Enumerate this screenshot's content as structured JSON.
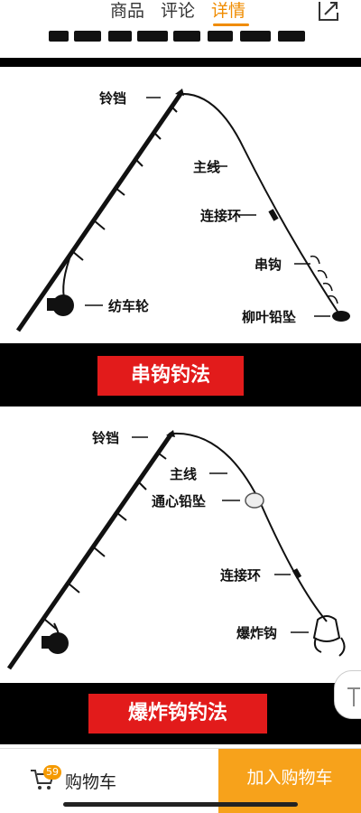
{
  "tabs": [
    {
      "label": "商品",
      "active": false
    },
    {
      "label": "评论",
      "active": false
    },
    {
      "label": "详情",
      "active": true
    }
  ],
  "accent_color": "#f08c00",
  "diagram1": {
    "labels": {
      "bell": "铃铛",
      "main_line": "主线",
      "connector": "连接环",
      "string_hook": "串钩",
      "sinker": "柳叶铅坠",
      "reel": "纺车轮"
    },
    "button": "串钩钓法"
  },
  "diagram2": {
    "labels": {
      "bell": "铃铛",
      "main_line": "主线",
      "sinker": "通心铅坠",
      "connector": "连接环",
      "explosive_hook": "爆炸钩"
    },
    "button": "爆炸钩钓法"
  },
  "bottom_bar": {
    "cart_badge": "59",
    "cart_label": "购物车",
    "add_to_cart": "加入购物车",
    "cart_icon": "cart-icon"
  }
}
